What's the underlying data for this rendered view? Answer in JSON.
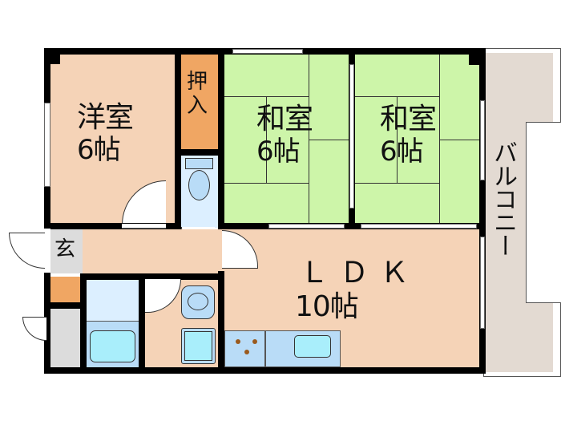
{
  "floorplan": {
    "colors": {
      "western_room": "#f5d3b7",
      "japanese_room": "#cdf5a9",
      "closet": "#f0a663",
      "wet_area": "#dcefff",
      "fixture": "#b9dcf7",
      "fixture_water": "#a9eefb",
      "entrance": "#dcdcdc",
      "balcony": "#e3dad2",
      "wall": "#000000"
    },
    "rooms": [
      {
        "id": "western-room",
        "name": "洋室",
        "size": "6帖"
      },
      {
        "id": "closet",
        "name": "押入"
      },
      {
        "id": "japanese-room-1",
        "name": "和室",
        "size": "6帖"
      },
      {
        "id": "japanese-room-2",
        "name": "和室",
        "size": "6帖"
      },
      {
        "id": "balcony",
        "name": "バルコニー"
      },
      {
        "id": "entrance",
        "name": "玄"
      },
      {
        "id": "ldk",
        "name": "ＬＤＫ",
        "size": "10帖"
      },
      {
        "id": "toilet"
      },
      {
        "id": "bathroom"
      },
      {
        "id": "washroom"
      }
    ]
  }
}
